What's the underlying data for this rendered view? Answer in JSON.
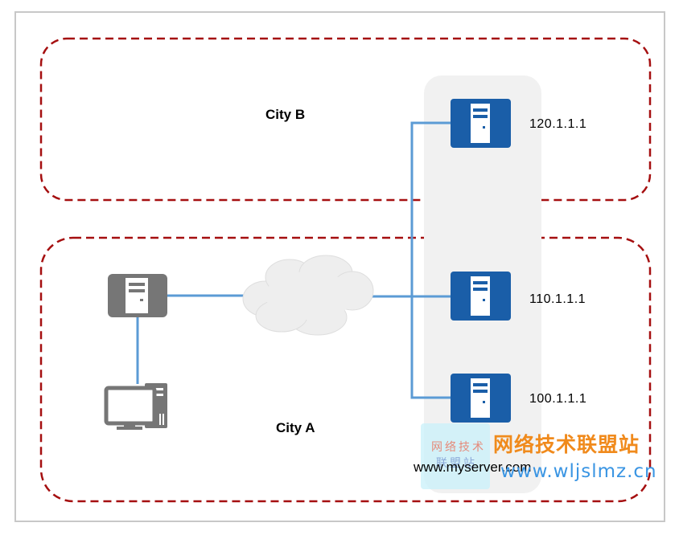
{
  "cities": {
    "b_label": "City B",
    "a_label": "City A"
  },
  "servers": [
    {
      "ip": "120.1.1.1"
    },
    {
      "ip": "110.1.1.1"
    },
    {
      "ip": "100.1.1.1"
    }
  ],
  "domain_name": "www.myserver.com",
  "watermark": {
    "small_line1": "网络技术",
    "small_line2": "联盟站",
    "title": "网络技术联盟站",
    "url": "www.wljslmz.cn"
  },
  "colors": {
    "region_border": "#a50f10",
    "link": "#5b9bd5",
    "server_blue": "#1a5ea8",
    "local_server_gray": "#767676",
    "server_group_bg": "#f1f1f1",
    "cloud": "#eeeeee"
  },
  "icons": [
    "server-icon",
    "cloud-icon",
    "desktop-computer-icon"
  ]
}
